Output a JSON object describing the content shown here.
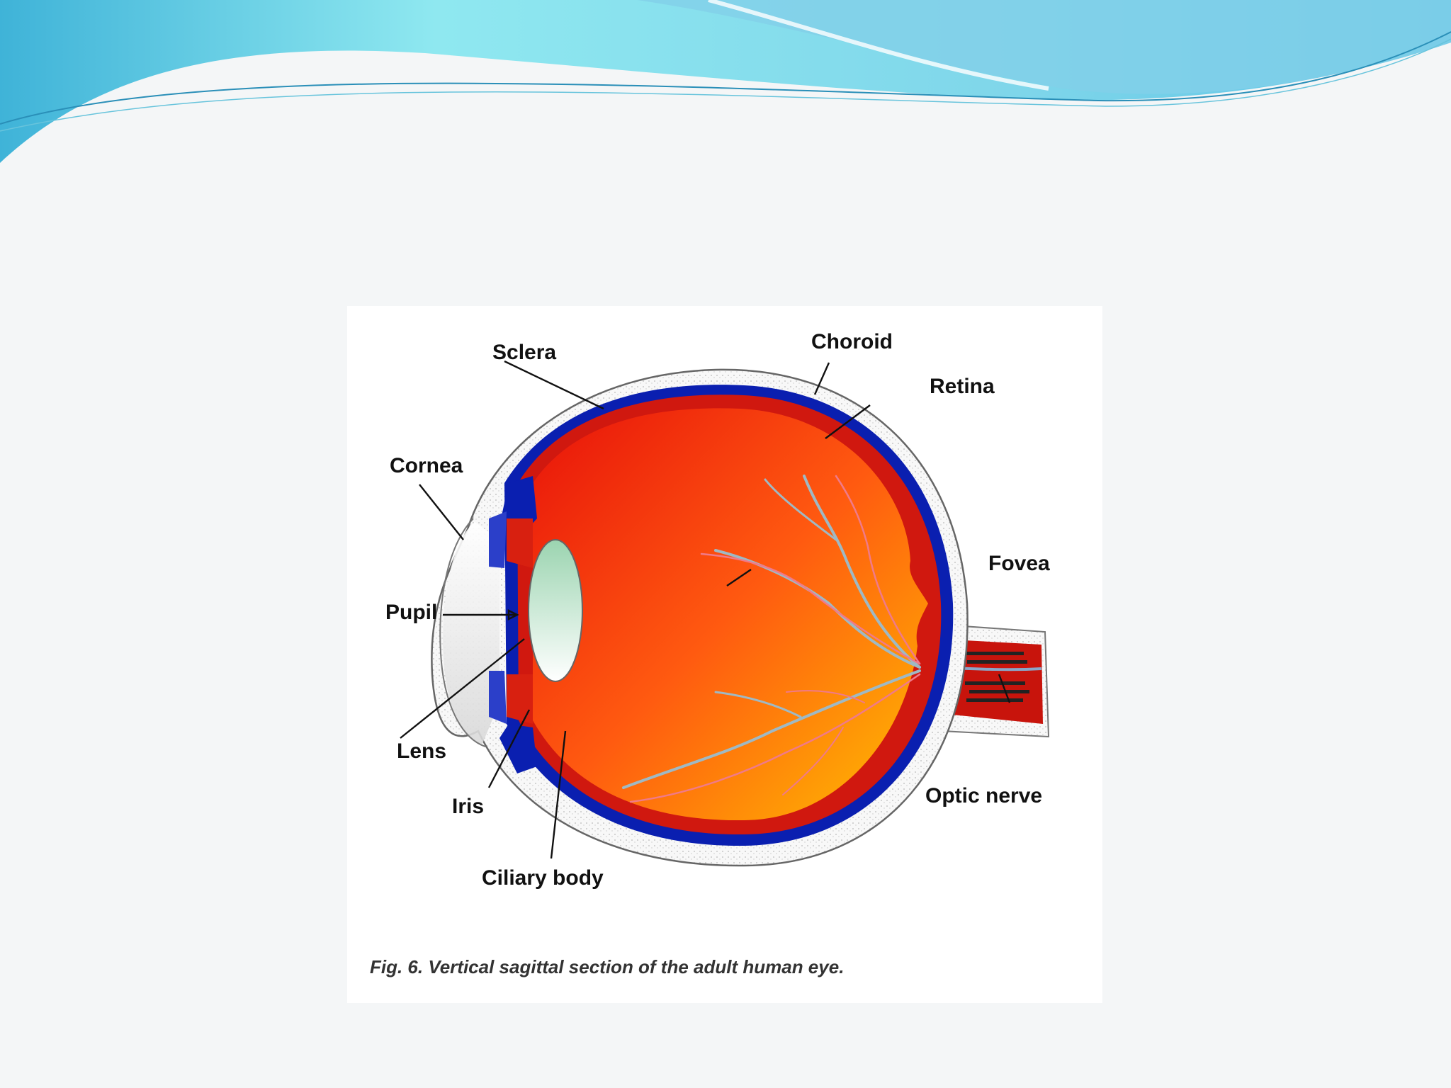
{
  "figure": {
    "caption": "Fig. 6. Vertical sagittal section of the adult human eye.",
    "labels": {
      "sclera": "Sclera",
      "choroid": "Choroid",
      "retina": "Retina",
      "cornea": "Cornea",
      "fovea": "Fovea",
      "pupil": "Pupil",
      "lens": "Lens",
      "iris": "Iris",
      "optic_nerve": "Optic nerve",
      "ciliary_body": "Ciliary body"
    }
  },
  "colors": {
    "wave_light": "#8fe3ee",
    "wave_mid": "#5cc6e0",
    "wave_dark": "#2fa0c8",
    "sclera": "#f7f7f7",
    "choroid": "#0a1fb0",
    "retina": "#d0180f",
    "vitreous_start": "#e5160c",
    "vitreous_end": "#ffb300",
    "lens": "#a9d8b8"
  }
}
